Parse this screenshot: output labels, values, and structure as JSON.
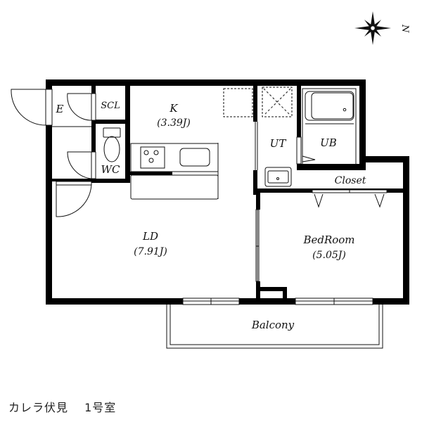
{
  "compass": {
    "direction_label": "N",
    "icon": "compass-rose-icon"
  },
  "rooms": {
    "entrance": {
      "label": "E"
    },
    "shoe_closet": {
      "label": "SCL"
    },
    "toilet": {
      "label": "WC"
    },
    "kitchen": {
      "label": "K",
      "area": "(3.39J)"
    },
    "utility": {
      "label": "UT"
    },
    "unit_bath": {
      "label": "UB"
    },
    "closet": {
      "label": "Closet"
    },
    "living_dining": {
      "label": "LD",
      "area": "(7.91J)"
    },
    "bedroom": {
      "label": "BedRoom",
      "area": "(5.05J)"
    },
    "balcony": {
      "label": "Balcony"
    }
  },
  "caption": {
    "property_name": "カレラ伏見",
    "unit": "1号室"
  },
  "colors": {
    "wall": "#000000",
    "line": "#111111",
    "background": "#ffffff"
  }
}
